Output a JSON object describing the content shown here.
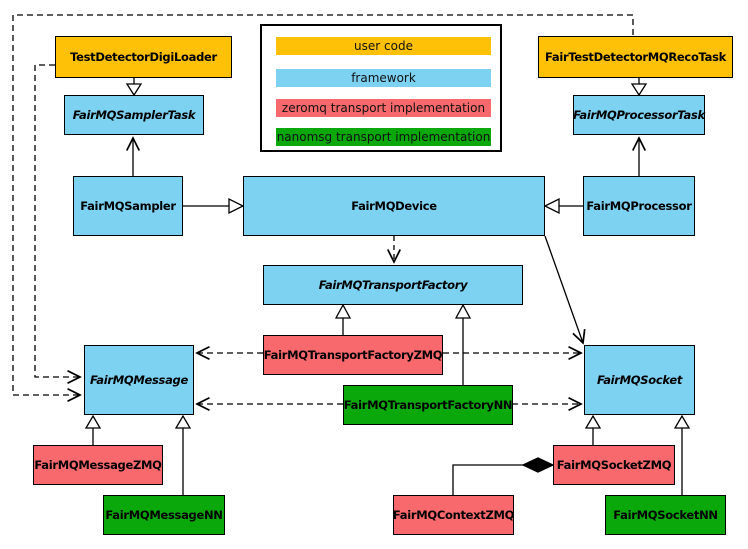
{
  "colors": {
    "user_code": "#FFC107",
    "framework": "#7DD1F1",
    "zeromq": "#F8696D",
    "nanomsg": "#0AA80A",
    "line": "#000000",
    "background": "#FFFFFF"
  },
  "legend": {
    "items": [
      {
        "label": "user code",
        "color": "#FFC107"
      },
      {
        "label": "framework",
        "color": "#7DD1F1"
      },
      {
        "label": "zeromq transport implementation",
        "color": "#F8696D"
      },
      {
        "label": "nanomsg transport implementation",
        "color": "#0AA80A"
      }
    ]
  },
  "nodes": {
    "digiloader": {
      "label": "TestDetectorDigiLoader",
      "category": "user code",
      "abstract": false
    },
    "recotask": {
      "label": "FairTestDetectorMQRecoTask",
      "category": "user code",
      "abstract": false
    },
    "samplertask": {
      "label": "FairMQSamplerTask",
      "category": "framework",
      "abstract": true
    },
    "processortask": {
      "label": "FairMQProcessorTask",
      "category": "framework",
      "abstract": true
    },
    "sampler": {
      "label": "FairMQSampler",
      "category": "framework",
      "abstract": false
    },
    "device": {
      "label": "FairMQDevice",
      "category": "framework",
      "abstract": false
    },
    "processor": {
      "label": "FairMQProcessor",
      "category": "framework",
      "abstract": false
    },
    "transportfactory": {
      "label": "FairMQTransportFactory",
      "category": "framework",
      "abstract": true
    },
    "factoryzmq": {
      "label": "FairMQTransportFactoryZMQ",
      "category": "zeromq",
      "abstract": false
    },
    "factorynn": {
      "label": "FairMQTransportFactoryNN",
      "category": "nanomsg",
      "abstract": false
    },
    "message": {
      "label": "FairMQMessage",
      "category": "framework",
      "abstract": true
    },
    "socket": {
      "label": "FairMQSocket",
      "category": "framework",
      "abstract": true
    },
    "messagezmq": {
      "label": "FairMQMessageZMQ",
      "category": "zeromq",
      "abstract": false
    },
    "messagenn": {
      "label": "FairMQMessageNN",
      "category": "nanomsg",
      "abstract": false
    },
    "contextzmq": {
      "label": "FairMQContextZMQ",
      "category": "zeromq",
      "abstract": false
    },
    "socketzmq": {
      "label": "FairMQSocketZMQ",
      "category": "zeromq",
      "abstract": false
    },
    "socketnn": {
      "label": "FairMQSocketNN",
      "category": "nanomsg",
      "abstract": false
    }
  },
  "edges": [
    {
      "from": "TestDetectorDigiLoader",
      "to": "FairMQSamplerTask",
      "type": "generalization-triangle"
    },
    {
      "from": "FairTestDetectorMQRecoTask",
      "to": "FairMQProcessorTask",
      "type": "generalization-triangle"
    },
    {
      "from": "FairMQSampler",
      "to": "FairMQSamplerTask",
      "type": "open-arrow"
    },
    {
      "from": "FairMQProcessor",
      "to": "FairMQProcessorTask",
      "type": "open-arrow"
    },
    {
      "from": "FairMQSampler",
      "to": "FairMQDevice",
      "type": "generalization-triangle"
    },
    {
      "from": "FairMQProcessor",
      "to": "FairMQDevice",
      "type": "generalization-triangle"
    },
    {
      "from": "FairMQDevice",
      "to": "FairMQTransportFactory",
      "type": "dashed-dependency"
    },
    {
      "from": "FairMQDevice",
      "to": "FairMQSocket",
      "type": "open-arrow"
    },
    {
      "from": "FairMQTransportFactoryZMQ",
      "to": "FairMQTransportFactory",
      "type": "generalization-triangle"
    },
    {
      "from": "FairMQTransportFactoryNN",
      "to": "FairMQTransportFactory",
      "type": "generalization-triangle"
    },
    {
      "from": "FairMQTransportFactoryZMQ",
      "to": "FairMQMessage",
      "type": "dashed-dependency"
    },
    {
      "from": "FairMQTransportFactoryZMQ",
      "to": "FairMQSocket",
      "type": "dashed-dependency"
    },
    {
      "from": "FairMQTransportFactoryNN",
      "to": "FairMQMessage",
      "type": "dashed-dependency"
    },
    {
      "from": "FairMQTransportFactoryNN",
      "to": "FairMQSocket",
      "type": "dashed-dependency"
    },
    {
      "from": "TestDetectorDigiLoader",
      "to": "FairMQMessage",
      "type": "dashed-dependency"
    },
    {
      "from": "FairTestDetectorMQRecoTask",
      "to": "FairMQMessage",
      "type": "dashed-dependency"
    },
    {
      "from": "FairMQMessageZMQ",
      "to": "FairMQMessage",
      "type": "generalization-triangle"
    },
    {
      "from": "FairMQMessageNN",
      "to": "FairMQMessage",
      "type": "generalization-triangle"
    },
    {
      "from": "FairMQSocketZMQ",
      "to": "FairMQSocket",
      "type": "generalization-triangle"
    },
    {
      "from": "FairMQSocketNN",
      "to": "FairMQSocket",
      "type": "generalization-triangle"
    },
    {
      "from": "FairMQContextZMQ",
      "to": "FairMQSocketZMQ",
      "type": "composition-diamond"
    }
  ]
}
